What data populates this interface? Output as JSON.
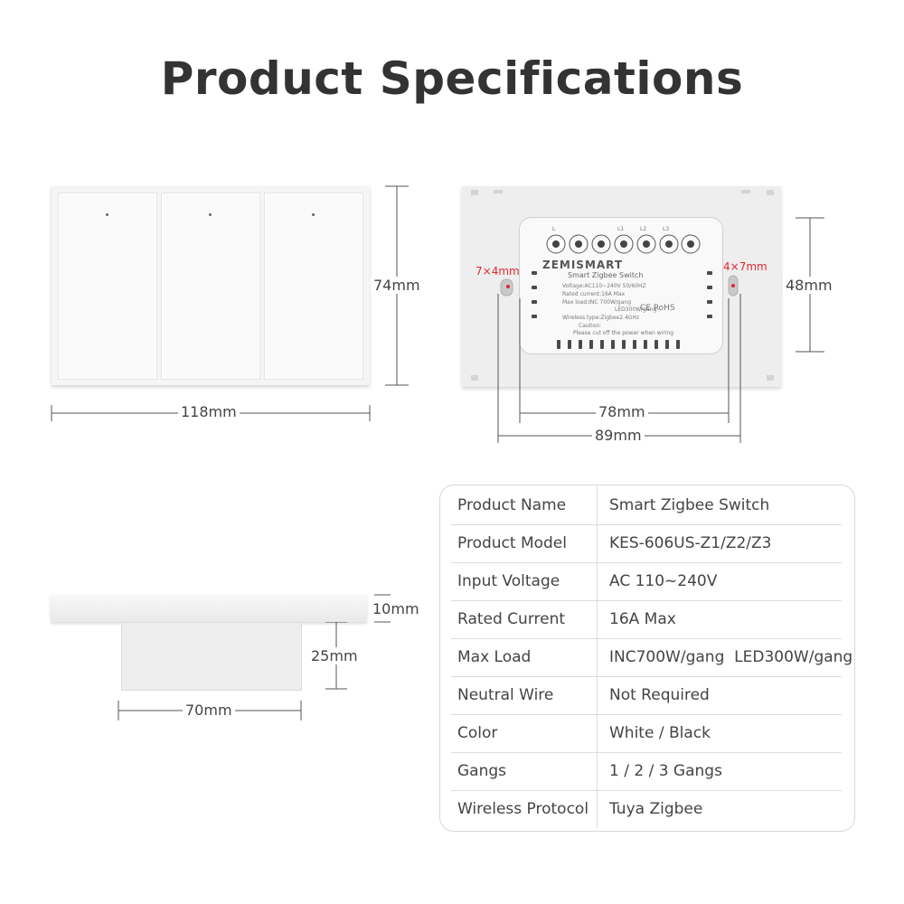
{
  "page": {
    "title": "Product Specifications"
  },
  "dimensions": {
    "front_width": "118mm",
    "front_height": "74mm",
    "back_hole_left": "7×4mm",
    "back_hole_right": "4×7mm",
    "back_height": "48mm",
    "back_inner_width": "78mm",
    "back_outer_width": "89mm",
    "side_plate_thickness": "10mm",
    "side_box_depth": "25mm",
    "side_box_width": "70mm"
  },
  "module_print": {
    "brand": "ZEMISMART",
    "subtitle": "Smart Zigbee Switch",
    "terminals": [
      "L",
      "L1",
      "L2",
      "L3"
    ],
    "spec_lines": [
      "Voltage:AC110~240V  50/60HZ",
      "Rated current:16A Max",
      "Max load:INC 700W/gang",
      "LED300W/gang",
      "Wireless type:Zigbee2.4GHz",
      "Caution:",
      "Please cut off the power when wiring"
    ],
    "marks": "CE  RoHS"
  },
  "specs": [
    {
      "label": "Product Name",
      "value": "Smart Zigbee Switch"
    },
    {
      "label": "Product Model",
      "value": "KES-606US-Z1/Z2/Z3"
    },
    {
      "label": "Input Voltage",
      "value": "AC 110~240V"
    },
    {
      "label": "Rated Current",
      "value": "16A Max"
    },
    {
      "label": "Max Load",
      "value": "INC700W/gang  LED300W/gang"
    },
    {
      "label": "Neutral Wire",
      "value": "Not Required"
    },
    {
      "label": "Color",
      "value": "White / Black"
    },
    {
      "label": "Gangs",
      "value": "1 / 2 / 3 Gangs"
    },
    {
      "label": "Wireless Protocol",
      "value": "Tuya Zigbee"
    }
  ],
  "colors": {
    "title": "#333333",
    "dimension_line": "#555555",
    "hole_label": "#e0282e",
    "panel": "#f4f5f6"
  }
}
